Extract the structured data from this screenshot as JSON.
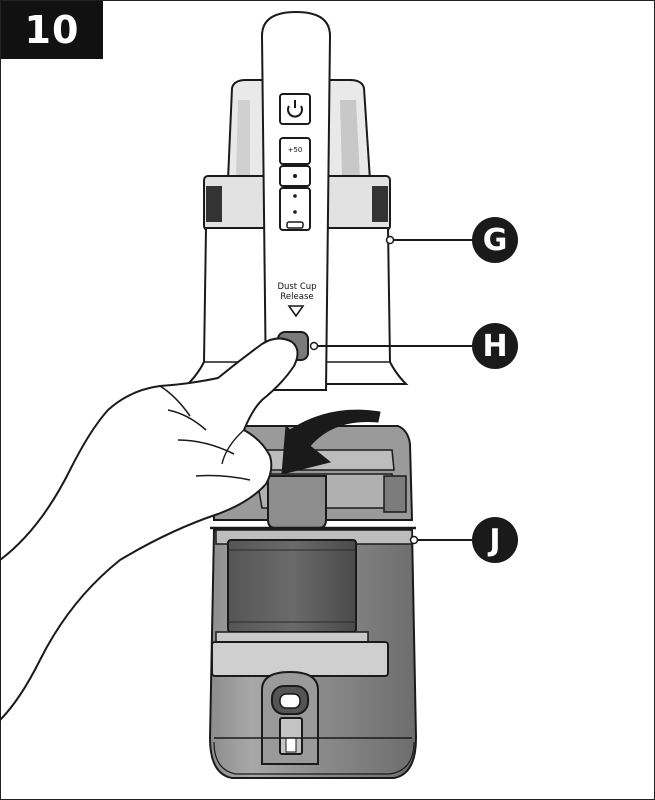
{
  "step_number": "10",
  "panel_labels": {
    "dust_cup_release": "Dust Cup\nRelease",
    "boost_button": "+50"
  },
  "callouts": [
    {
      "letter": "G"
    },
    {
      "letter": "H"
    },
    {
      "letter": "J"
    }
  ],
  "colors": {
    "outline": "#1a1a1a",
    "body_fill": "#ffffff",
    "shade_light": "#d9d9d9",
    "shade_mid": "#9a9a9a",
    "shade_dark": "#5a5a5a"
  },
  "icons": [
    "power-icon",
    "down-triangle-icon",
    "curved-arrow-icon",
    "pointing-hand"
  ]
}
